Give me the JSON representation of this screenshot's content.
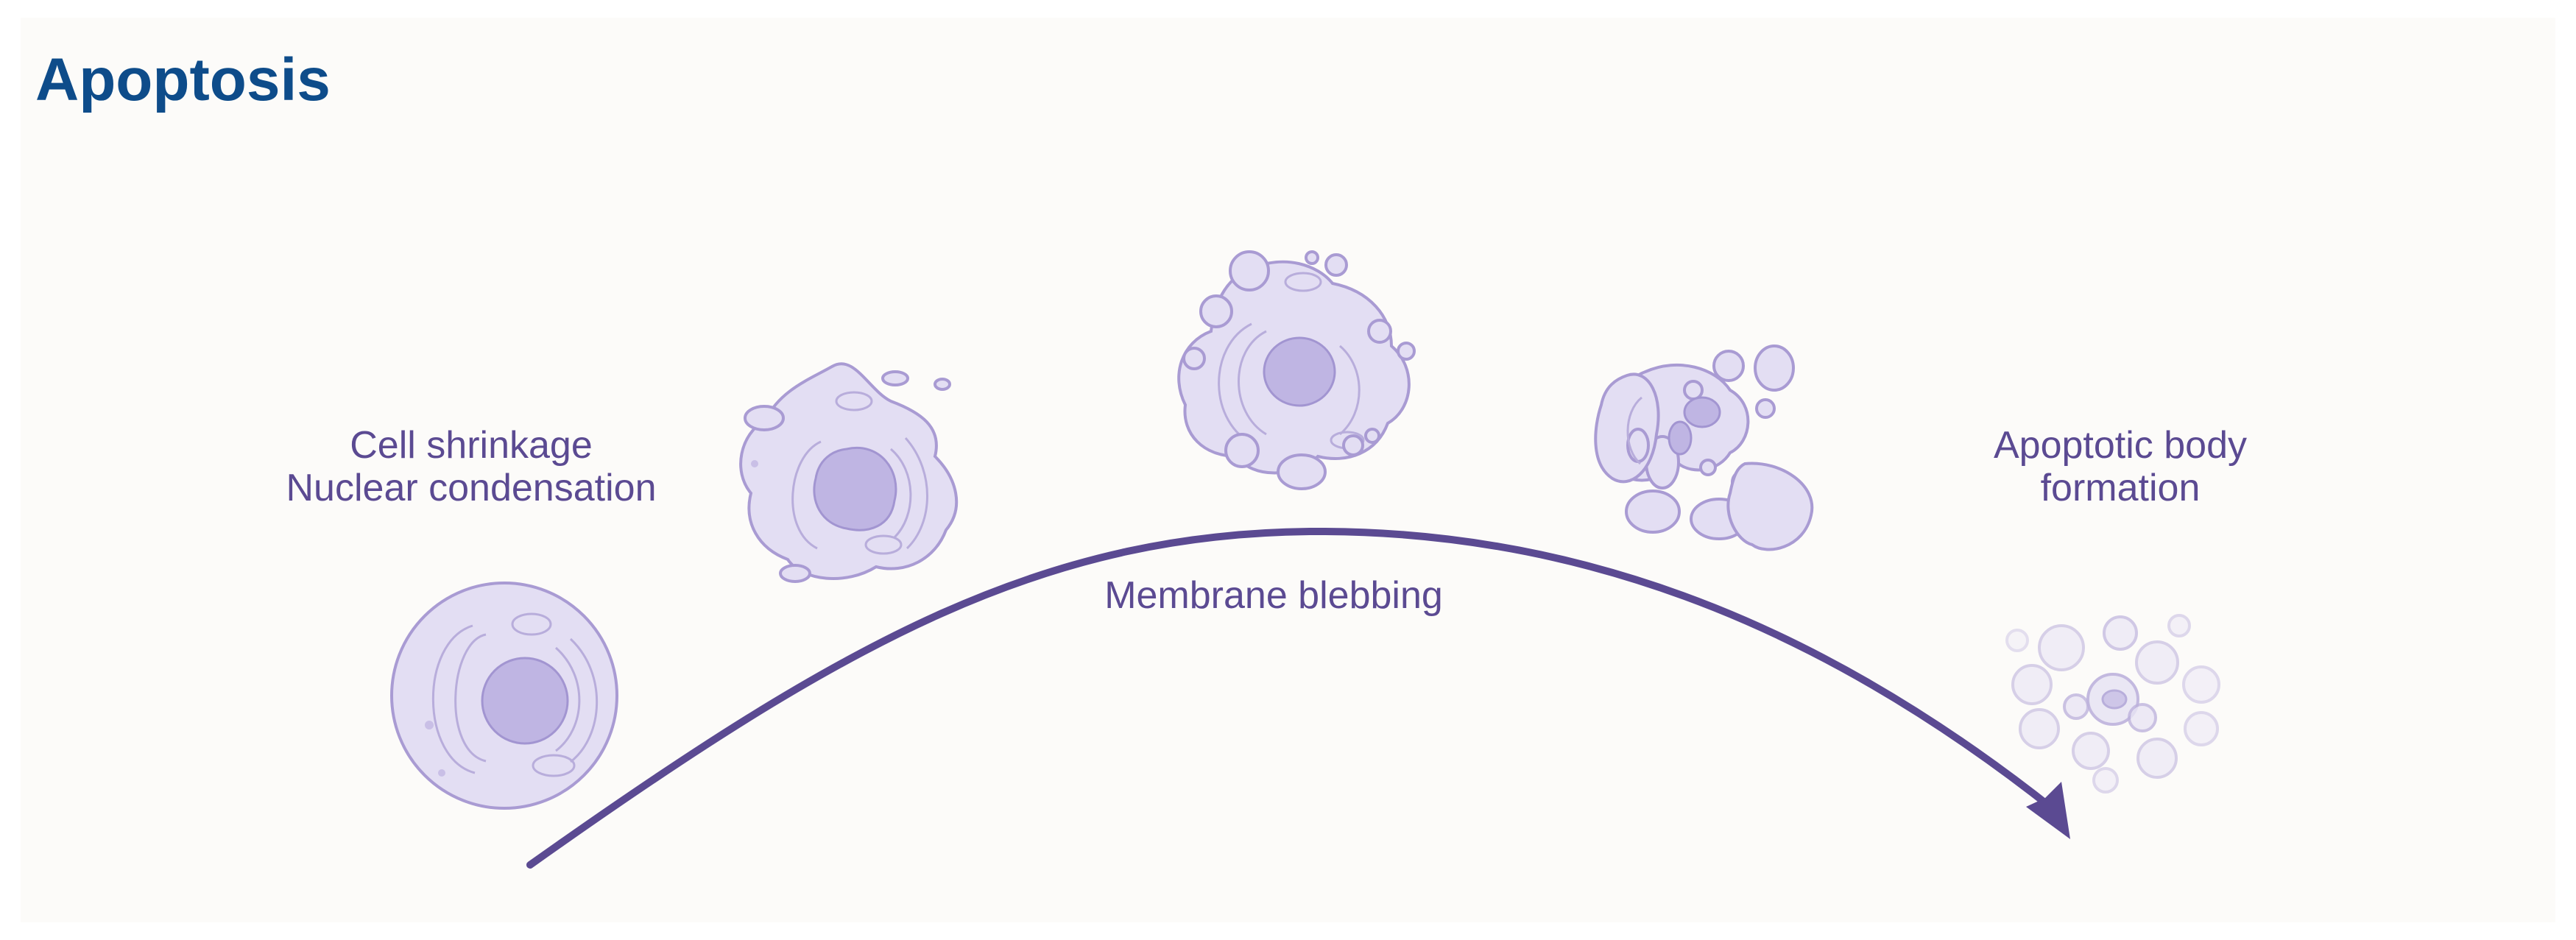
{
  "title": "Apoptosis",
  "stages": [
    {
      "name": "cell-shrinkage",
      "lines": [
        "Cell shrinkage",
        "Nuclear condensation"
      ]
    },
    {
      "name": "membrane-blebbing",
      "lines": [
        "Membrane blebbing"
      ]
    },
    {
      "name": "apoptotic-body-formation",
      "lines": [
        "Apoptotic body",
        "formation"
      ]
    }
  ],
  "colors": {
    "title": "#0e4c8a",
    "label": "#5b4a92",
    "arrow": "#5b4a92",
    "cell_fill": "#e3def3",
    "cell_stroke": "#a99bd3",
    "nucleus_fill": "#bfb5e3",
    "background": "#fcfbf9"
  }
}
